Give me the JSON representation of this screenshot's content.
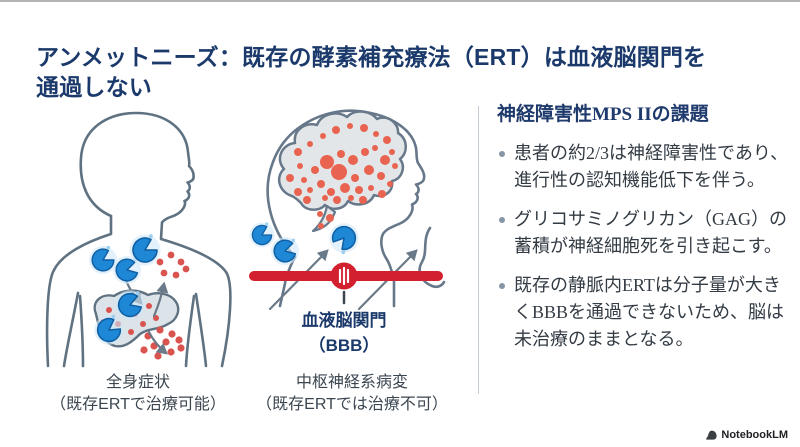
{
  "slide": {
    "title_lines": [
      "アンメットニーズ：既存の酵素補充療法（ERT）は血液脳関門を",
      "通過しない"
    ]
  },
  "left_figure": {
    "caption_lines": [
      "全身症状",
      "（既存ERTで治療可能）"
    ]
  },
  "middle_figure": {
    "caption_lines": [
      "中枢神経系病変",
      "（既存ERTでは治療不可）"
    ],
    "bbb_label_lines": [
      "血液脳関門",
      "（BBB）"
    ]
  },
  "panel": {
    "heading": "神経障害性MPS IIの課題",
    "bullets": [
      "患者の約2/3は神経障害性であり、進行性の認知機能低下を伴う。",
      "グリコサミノグリカン（GAG）の蓄積が神経細胞死を引き起こす。",
      "既存の静脈内ERTは分子量が大きくBBBを通過できないため、脳は未治療のままとなる。"
    ]
  },
  "footer": {
    "brand": "NotebookLM"
  },
  "icons": {
    "enzyme": "enzyme-pacman-icon",
    "gag": "gag-dot-icon",
    "barrier_gate": "bbb-gate-icon",
    "brand_logo": "notebooklm-swirl-icon"
  },
  "colors": {
    "title_navy": "#1b3a6b",
    "body_text": "#333b44",
    "barrier_red": "#d2202e",
    "enzyme_blue": "#1e87d6",
    "gag_red": "#d9534f",
    "brain_dot_salmon": "#e96450",
    "outline_gray": "#5f7282",
    "bullet_dot": "#8596a6",
    "divider": "#c6cdd4"
  }
}
